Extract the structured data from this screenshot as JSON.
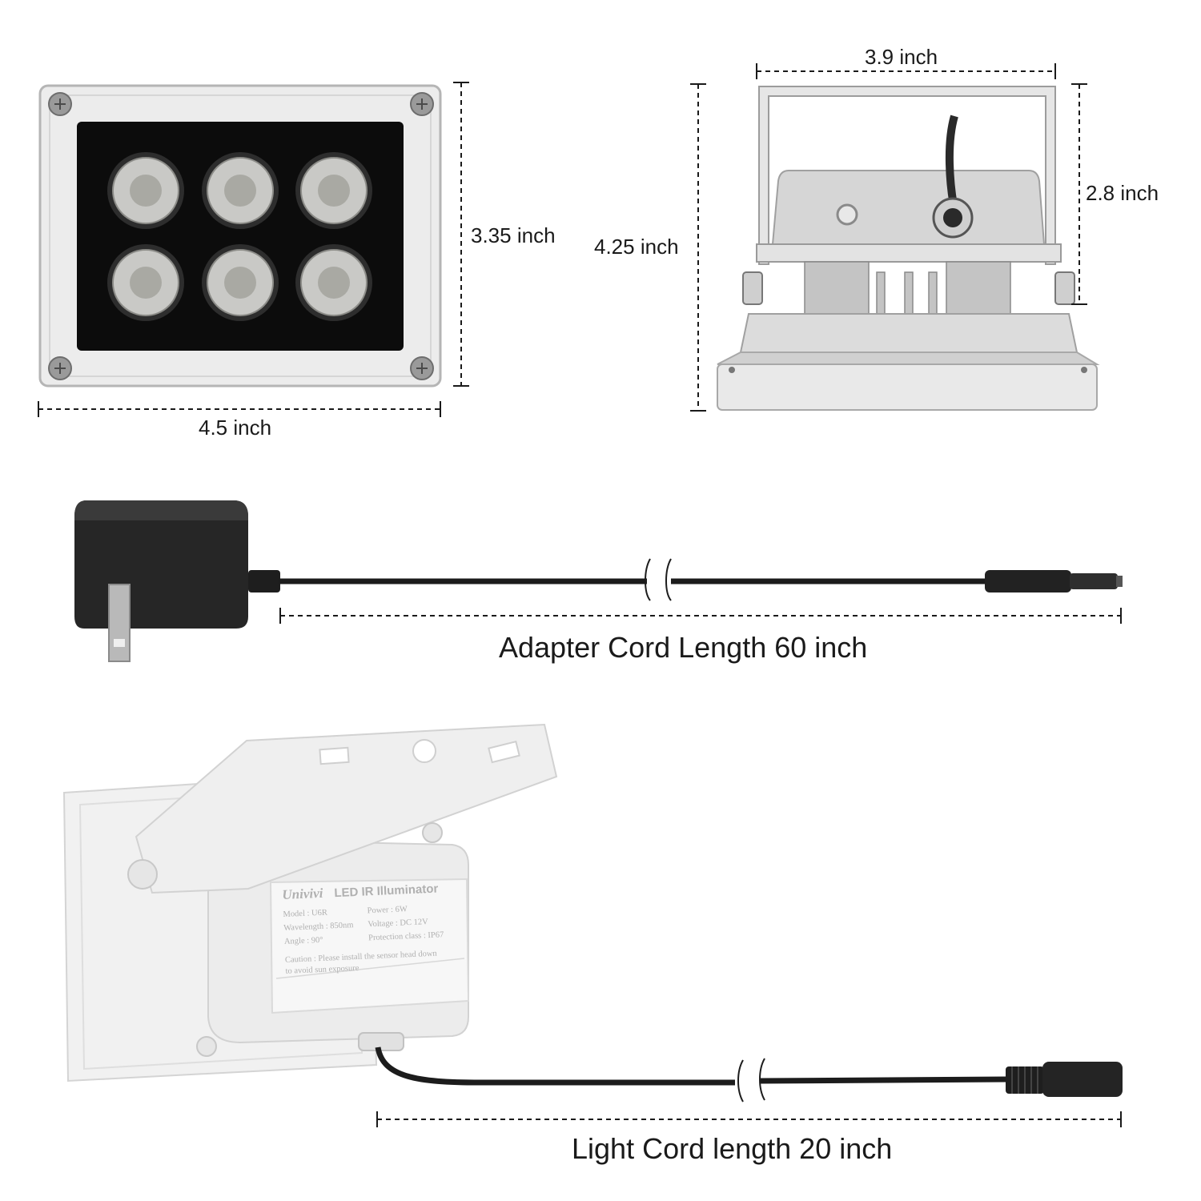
{
  "front_view": {
    "width_label": "4.5 inch",
    "height_label": "3.35 inch"
  },
  "side_view": {
    "width_label": "3.9 inch",
    "height_label": "4.25 inch",
    "bracket_height_label": "2.8 inch"
  },
  "adapter": {
    "caption": "Adapter Cord Length 60 inch"
  },
  "light_unit": {
    "brand": "Univivi",
    "product_name": "LED IR Illuminator",
    "specs_left": [
      "Model : U6R",
      "Wavelength : 850nm",
      "Angle : 90°"
    ],
    "specs_right": [
      "Power : 6W",
      "Voltage : DC 12V",
      "Protection class : IP67"
    ],
    "caution_line1": "Caution : Please install the sensor head down",
    "caution_line2": "to avoid sun exposure",
    "caption": "Light Cord length 20 inch"
  },
  "colors": {
    "housing": "#ececec",
    "housing_edge": "#b9b9b9",
    "lens_panel": "#0c0c0c",
    "lens": "#cfcfcf",
    "cable": "#1c1c1c",
    "adapter_body": "#2a2a2a"
  }
}
